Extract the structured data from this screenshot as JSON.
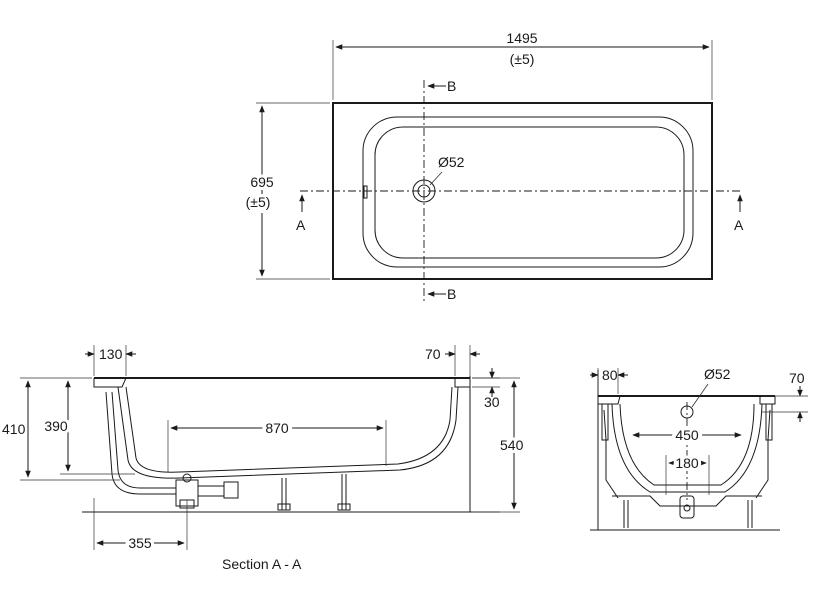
{
  "plan_view": {
    "length": "1495",
    "length_tol": "(±5)",
    "width": "695",
    "width_tol": "(±5)",
    "waste_dia": "Ø52",
    "section_a": "A",
    "section_b": "B"
  },
  "section_aa": {
    "rim_left": "130",
    "rim_right": "70",
    "rim_depth": "30",
    "height_overall": "410",
    "height_inner": "390",
    "base_length": "870",
    "height_total": "540",
    "waste_offset": "355",
    "caption": "Section A - A"
  },
  "section_bb": {
    "rim_left": "80",
    "waste_dia": "Ø52",
    "rim_right": "70",
    "width_inner": "450",
    "base_width": "180"
  },
  "colors": {
    "line": "#1a1a1a",
    "background": "#ffffff"
  }
}
